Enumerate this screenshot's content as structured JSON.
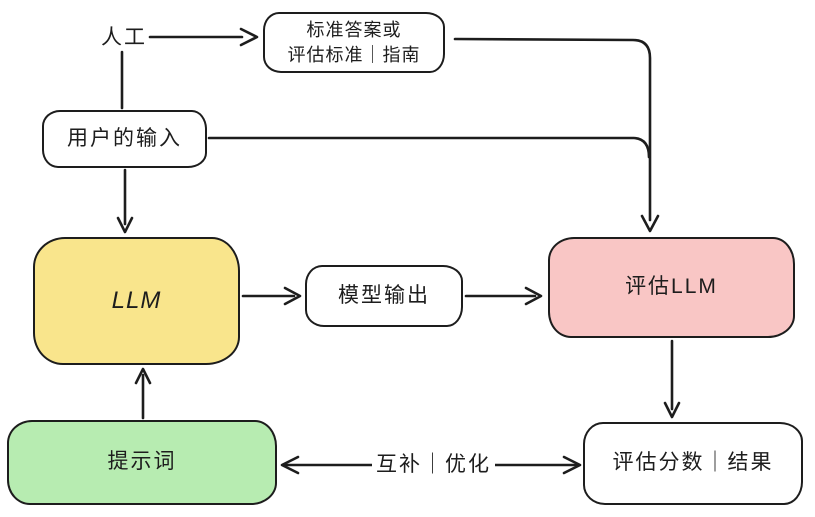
{
  "diagram": {
    "nodes": {
      "reference": {
        "line1": "标准答案或",
        "line2": "评估标准｜指南",
        "fill": "#FFFFFF"
      },
      "user_input": {
        "label": "用户的输入",
        "fill": "#FFFFFF"
      },
      "llm": {
        "label": "LLM",
        "fill": "#F9E58C"
      },
      "model_output": {
        "label": "模型输出",
        "fill": "#FFFFFF"
      },
      "eval_llm": {
        "label": "评估LLM",
        "fill": "#F9C6C5"
      },
      "prompt": {
        "label": "提示词",
        "fill": "#B7ECB1"
      },
      "eval_score": {
        "label": "评估分数｜结果",
        "fill": "#FFFFFF"
      }
    },
    "edge_labels": {
      "manual": "人工",
      "complement": "互补｜优化"
    },
    "edges": [
      {
        "from": "manual",
        "to": "reference",
        "type": "arrow"
      },
      {
        "from": "manual",
        "to": "user_input",
        "type": "line"
      },
      {
        "from": "reference",
        "to": "eval_llm",
        "type": "arrow"
      },
      {
        "from": "user_input",
        "to": "eval_llm",
        "type": "arrow"
      },
      {
        "from": "user_input",
        "to": "llm",
        "type": "arrow"
      },
      {
        "from": "llm",
        "to": "model_output",
        "type": "arrow"
      },
      {
        "from": "model_output",
        "to": "eval_llm",
        "type": "arrow"
      },
      {
        "from": "eval_llm",
        "to": "eval_score",
        "type": "arrow"
      },
      {
        "from": "prompt",
        "to": "llm",
        "type": "arrow"
      },
      {
        "from": "prompt",
        "to": "eval_score",
        "type": "double-arrow",
        "label": "互补｜优化"
      }
    ],
    "colors": {
      "stroke": "#1D1D1D",
      "background": "#FFFFFF",
      "llm_fill": "#F9E58C",
      "eval_llm_fill": "#F9C6C5",
      "prompt_fill": "#B7ECB1"
    }
  }
}
